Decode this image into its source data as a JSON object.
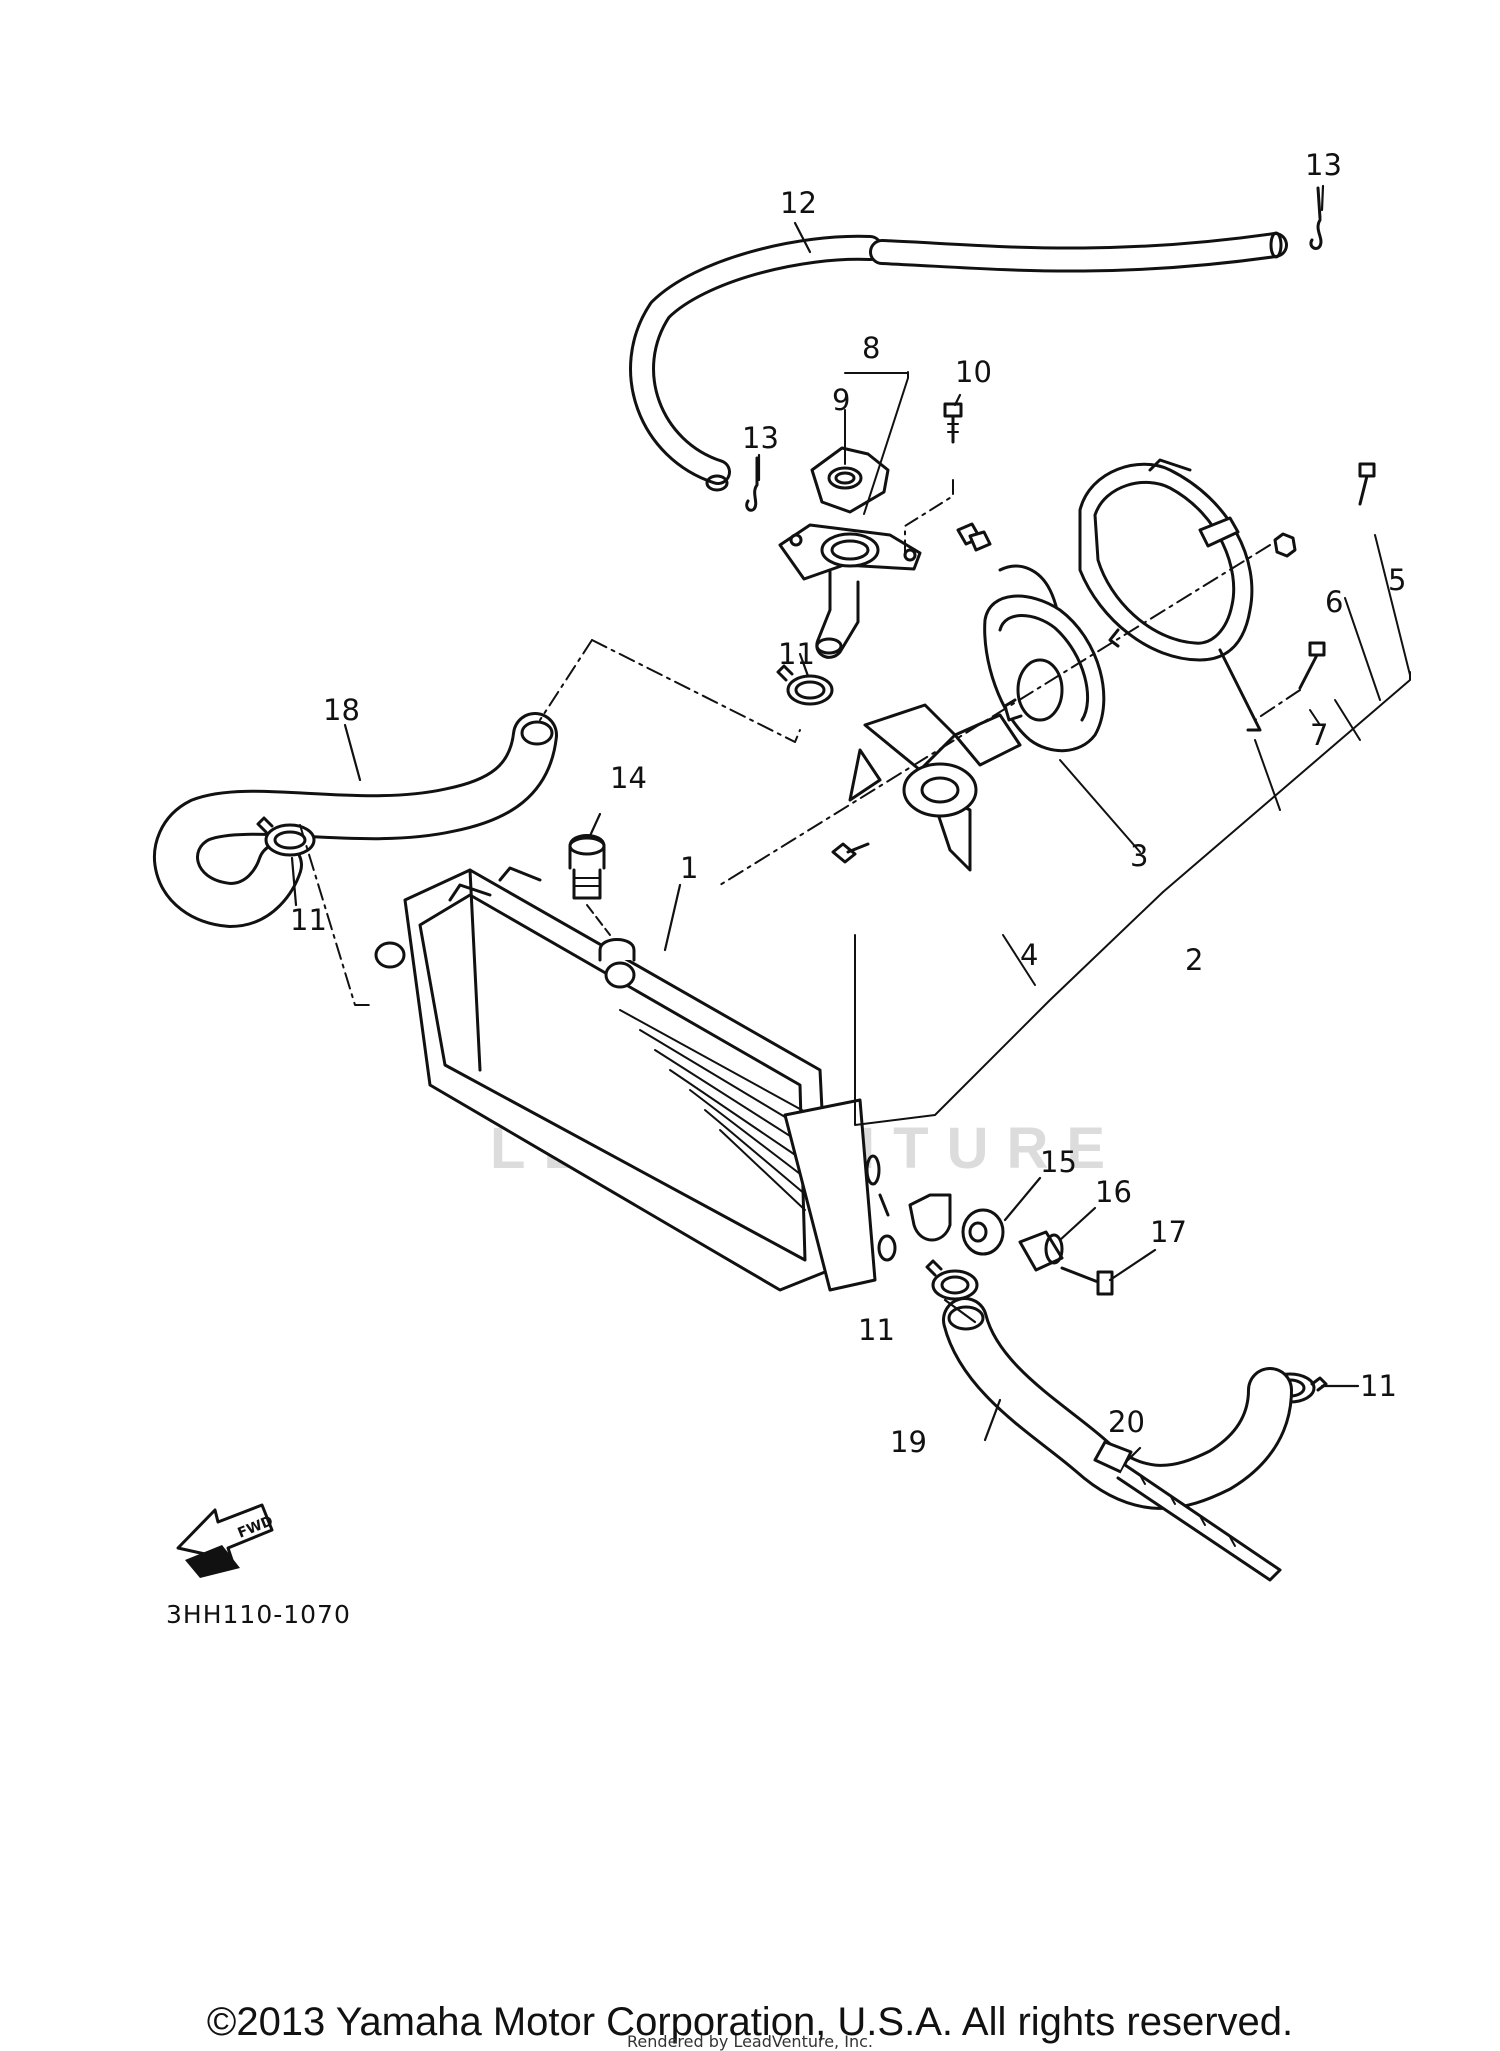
{
  "callouts": {
    "c1": "1",
    "c2": "2",
    "c3": "3",
    "c4": "4",
    "c5": "5",
    "c6": "6",
    "c7": "7",
    "c8": "8",
    "c9": "9",
    "c10": "10",
    "c11a": "11",
    "c11b": "11",
    "c11c": "11",
    "c11d": "11",
    "c12": "12",
    "c13a": "13",
    "c13b": "13",
    "c14": "14",
    "c15": "15",
    "c16": "16",
    "c17": "17",
    "c18": "18",
    "c19": "19",
    "c20": "20"
  },
  "fwd_label": "FWD",
  "watermark": "LEADVENTURE",
  "diagram_code": "3HH110-1070",
  "copyright": "©2013 Yamaha Motor Corporation, U.S.A. All rights reserved.",
  "rendered_by": "Rendered by LeadVenture, Inc."
}
